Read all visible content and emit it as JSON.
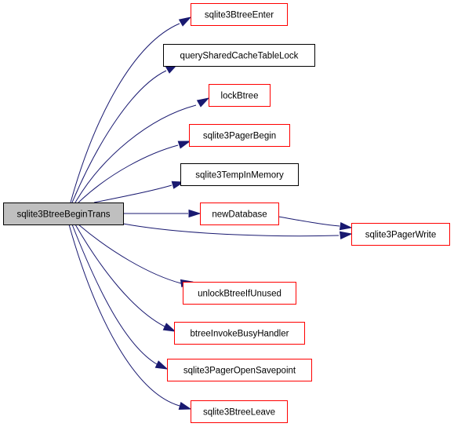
{
  "graph": {
    "colors": {
      "root_fill": "#bfbfbf",
      "node_fill": "#ffffff",
      "border_red": "#ff0000",
      "border_black": "#000000",
      "edge": "#191970"
    },
    "nodes": [
      {
        "id": "root",
        "label": "sqlite3BtreeBeginTrans",
        "style": "root"
      },
      {
        "id": "n1",
        "label": "sqlite3BtreeEnter",
        "style": "red"
      },
      {
        "id": "n2",
        "label": "querySharedCacheTableLock",
        "style": "black"
      },
      {
        "id": "n3",
        "label": "lockBtree",
        "style": "red"
      },
      {
        "id": "n4",
        "label": "sqlite3PagerBegin",
        "style": "red"
      },
      {
        "id": "n5",
        "label": "sqlite3TempInMemory",
        "style": "black"
      },
      {
        "id": "n6",
        "label": "newDatabase",
        "style": "red"
      },
      {
        "id": "n7",
        "label": "sqlite3PagerWrite",
        "style": "red"
      },
      {
        "id": "n8",
        "label": "unlockBtreeIfUnused",
        "style": "red"
      },
      {
        "id": "n9",
        "label": "btreeInvokeBusyHandler",
        "style": "red"
      },
      {
        "id": "n10",
        "label": "sqlite3PagerOpenSavepoint",
        "style": "red"
      },
      {
        "id": "n11",
        "label": "sqlite3BtreeLeave",
        "style": "red"
      }
    ],
    "edges": [
      {
        "from": "root",
        "to": "n1"
      },
      {
        "from": "root",
        "to": "n2"
      },
      {
        "from": "root",
        "to": "n3"
      },
      {
        "from": "root",
        "to": "n4"
      },
      {
        "from": "root",
        "to": "n5"
      },
      {
        "from": "root",
        "to": "n6"
      },
      {
        "from": "root",
        "to": "n7"
      },
      {
        "from": "root",
        "to": "n8"
      },
      {
        "from": "root",
        "to": "n9"
      },
      {
        "from": "root",
        "to": "n10"
      },
      {
        "from": "root",
        "to": "n11"
      },
      {
        "from": "n6",
        "to": "n7"
      }
    ]
  }
}
